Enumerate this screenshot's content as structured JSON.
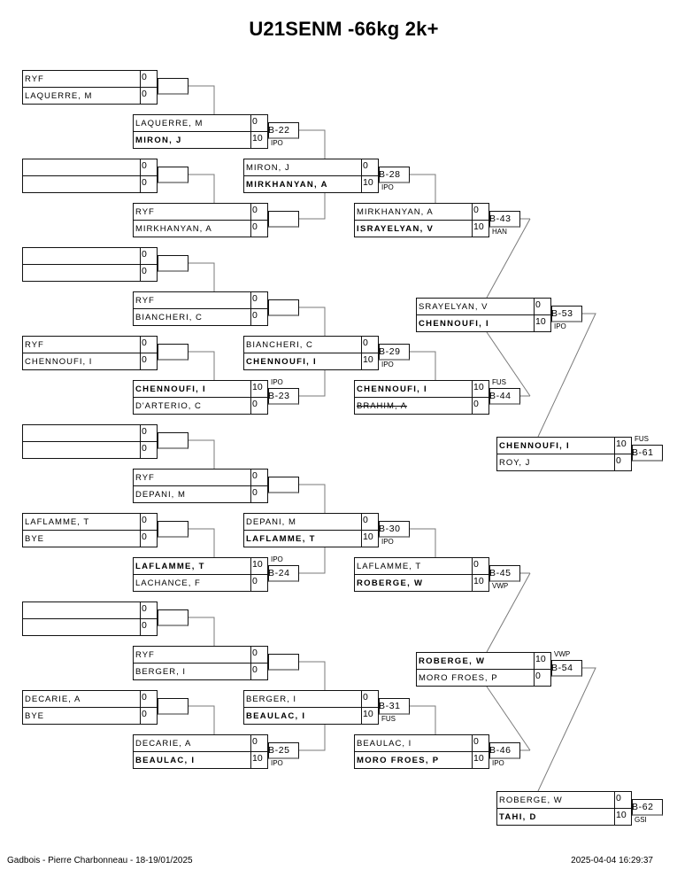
{
  "page": {
    "title": "U21SENM -66kg 2k+"
  },
  "footer": {
    "left": "Gadbois - Pierre Charbonneau - 18-19/01/2025",
    "right": "2025-04-04 16:29:37"
  },
  "bracket": {
    "blocks": [
      {
        "r1a": {
          "top": {
            "name": "RYF",
            "score": "0",
            "winner": false
          },
          "bottom": {
            "name": "LAQUERRE, M",
            "score": "0",
            "winner": false
          },
          "bout": "",
          "result": ""
        },
        "r2a": {
          "top": {
            "name": "LAQUERRE, M",
            "score": "0",
            "winner": false
          },
          "bottom": {
            "name": "MIRON, J",
            "score": "10",
            "winner": true
          },
          "bout": "B-22",
          "result": "IPO"
        },
        "r1b": {
          "top": {
            "name": "",
            "score": "0",
            "winner": false
          },
          "bottom": {
            "name": "",
            "score": "0",
            "winner": false
          },
          "bout": "",
          "result": ""
        },
        "r2b": {
          "top": {
            "name": "RYF",
            "score": "0",
            "winner": false
          },
          "bottom": {
            "name": "MIRKHANYAN, A",
            "score": "0",
            "winner": false
          },
          "bout": "",
          "result": ""
        },
        "r3": {
          "top": {
            "name": "MIRON, J",
            "score": "0",
            "winner": false
          },
          "bottom": {
            "name": "MIRKHANYAN, A",
            "score": "10",
            "winner": true
          },
          "bout": "B-28",
          "result": "IPO"
        },
        "r4": {
          "top": {
            "name": "MIRKHANYAN, A",
            "score": "0",
            "winner": false
          },
          "bottom": {
            "name": "ISRAYELYAN, V",
            "score": "10",
            "winner": true
          },
          "bout": "B-43",
          "result": "HAN"
        }
      },
      {
        "r1a": {
          "top": {
            "name": "",
            "score": "0",
            "winner": false
          },
          "bottom": {
            "name": "",
            "score": "0",
            "winner": false
          },
          "bout": "",
          "result": ""
        },
        "r2a": {
          "top": {
            "name": "RYF",
            "score": "0",
            "winner": false
          },
          "bottom": {
            "name": "BIANCHERI, C",
            "score": "0",
            "winner": false
          },
          "bout": "",
          "result": ""
        },
        "r1b": {
          "top": {
            "name": "RYF",
            "score": "0",
            "winner": false
          },
          "bottom": {
            "name": "CHENNOUFI, I",
            "score": "0",
            "winner": false
          },
          "bout": "",
          "result": ""
        },
        "r2b": {
          "top": {
            "name": "CHENNOUFI, I",
            "score": "10",
            "winner": true
          },
          "bottom": {
            "name": "D'ARTERIO, C",
            "score": "0",
            "winner": false
          },
          "bout": "B-23",
          "result": "IPO"
        },
        "r3": {
          "top": {
            "name": "BIANCHERI, C",
            "score": "0",
            "winner": false
          },
          "bottom": {
            "name": "CHENNOUFI, I",
            "score": "10",
            "winner": true
          },
          "bout": "B-29",
          "result": "IPO"
        },
        "r4": {
          "top": {
            "name": "CHENNOUFI, I",
            "score": "10",
            "winner": true
          },
          "bottom": {
            "name": "BRAHIM, A",
            "score": "0",
            "winner": false,
            "struck": true
          },
          "bout": "B-44",
          "result": "FUS"
        }
      },
      {
        "r1a": {
          "top": {
            "name": "",
            "score": "0",
            "winner": false
          },
          "bottom": {
            "name": "",
            "score": "0",
            "winner": false
          },
          "bout": "",
          "result": ""
        },
        "r2a": {
          "top": {
            "name": "RYF",
            "score": "0",
            "winner": false
          },
          "bottom": {
            "name": "DEPANI, M",
            "score": "0",
            "winner": false
          },
          "bout": "",
          "result": ""
        },
        "r1b": {
          "top": {
            "name": "LAFLAMME, T",
            "score": "0",
            "winner": false
          },
          "bottom": {
            "name": "BYE",
            "score": "0",
            "winner": false
          },
          "bout": "",
          "result": ""
        },
        "r2b": {
          "top": {
            "name": "LAFLAMME, T",
            "score": "10",
            "winner": true
          },
          "bottom": {
            "name": "LACHANCE, F",
            "score": "0",
            "winner": false
          },
          "bout": "B-24",
          "result": "IPO"
        },
        "r3": {
          "top": {
            "name": "DEPANI, M",
            "score": "0",
            "winner": false
          },
          "bottom": {
            "name": "LAFLAMME, T",
            "score": "10",
            "winner": true
          },
          "bout": "B-30",
          "result": "IPO"
        },
        "r4": {
          "top": {
            "name": "LAFLAMME, T",
            "score": "0",
            "winner": false
          },
          "bottom": {
            "name": "ROBERGE, W",
            "score": "10",
            "winner": true
          },
          "bout": "B-45",
          "result": "VWP"
        }
      },
      {
        "r1a": {
          "top": {
            "name": "",
            "score": "0",
            "winner": false
          },
          "bottom": {
            "name": "",
            "score": "0",
            "winner": false
          },
          "bout": "",
          "result": ""
        },
        "r2a": {
          "top": {
            "name": "RYF",
            "score": "0",
            "winner": false
          },
          "bottom": {
            "name": "BERGER, I",
            "score": "0",
            "winner": false
          },
          "bout": "",
          "result": ""
        },
        "r1b": {
          "top": {
            "name": "DECARIE, A",
            "score": "0",
            "winner": false
          },
          "bottom": {
            "name": "BYE",
            "score": "0",
            "winner": false
          },
          "bout": "",
          "result": ""
        },
        "r2b": {
          "top": {
            "name": "DECARIE, A",
            "score": "0",
            "winner": false
          },
          "bottom": {
            "name": "BEAULAC, I",
            "score": "10",
            "winner": true
          },
          "bout": "B-25",
          "result": "IPO"
        },
        "r3": {
          "top": {
            "name": "BERGER, I",
            "score": "0",
            "winner": false
          },
          "bottom": {
            "name": "BEAULAC, I",
            "score": "10",
            "winner": true
          },
          "bout": "B-31",
          "result": "FUS"
        },
        "r4": {
          "top": {
            "name": "BEAULAC, I",
            "score": "0",
            "winner": false
          },
          "bottom": {
            "name": "MORO FROES, P",
            "score": "10",
            "winner": true
          },
          "bout": "B-46",
          "result": "IPO"
        }
      }
    ],
    "repechage": [
      {
        "semi": {
          "top": {
            "name": "SRAYELYAN, V",
            "score": "0",
            "winner": false
          },
          "bottom": {
            "name": "CHENNOUFI, I",
            "score": "10",
            "winner": true
          },
          "bout": "B-53",
          "result": "IPO"
        },
        "bronze": {
          "top": {
            "name": "CHENNOUFI, I",
            "score": "10",
            "winner": true
          },
          "bottom": {
            "name": "ROY, J",
            "score": "0",
            "winner": false
          },
          "bout": "B-61",
          "result": "FUS"
        }
      },
      {
        "semi": {
          "top": {
            "name": "ROBERGE, W",
            "score": "10",
            "winner": true
          },
          "bottom": {
            "name": "MORO FROES, P",
            "score": "0",
            "winner": false
          },
          "bout": "B-54",
          "result": "VWP"
        },
        "bronze": {
          "top": {
            "name": "ROBERGE, W",
            "score": "0",
            "winner": false
          },
          "bottom": {
            "name": "TAHI, D",
            "score": "10",
            "winner": true
          },
          "bout": "B-62",
          "result": "GSI"
        }
      }
    ]
  }
}
